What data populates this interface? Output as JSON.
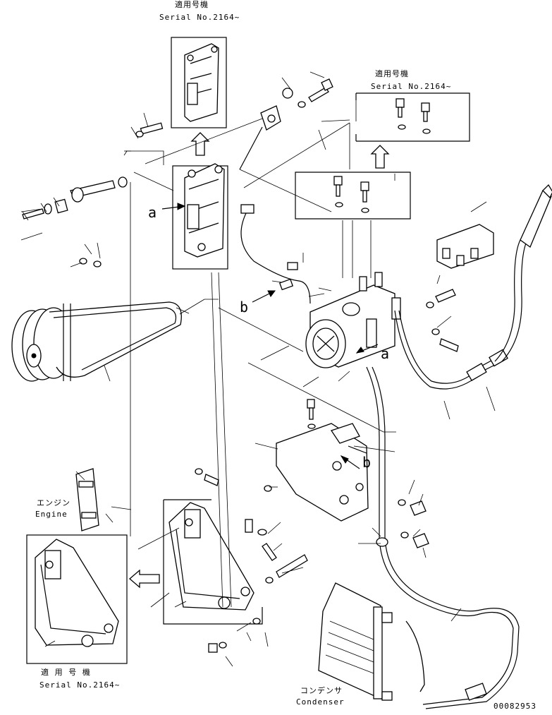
{
  "labels": {
    "top_applicable": "適用号機",
    "top_serial": "Serial No.2164~",
    "right_applicable": "適用号機",
    "right_serial": "Serial No.2164~",
    "bottom_applicable": "適 用 号 機",
    "bottom_serial": "Serial No.2164~",
    "engine_jp": "エンジン",
    "engine_en": "Engine",
    "condenser_jp": "コンデンサ",
    "condenser_en": "Condenser",
    "callout_a_left": "a",
    "callout_b_left": "b",
    "callout_a_right": "a",
    "callout_b_right": "b",
    "drawing_number": "00082953"
  }
}
